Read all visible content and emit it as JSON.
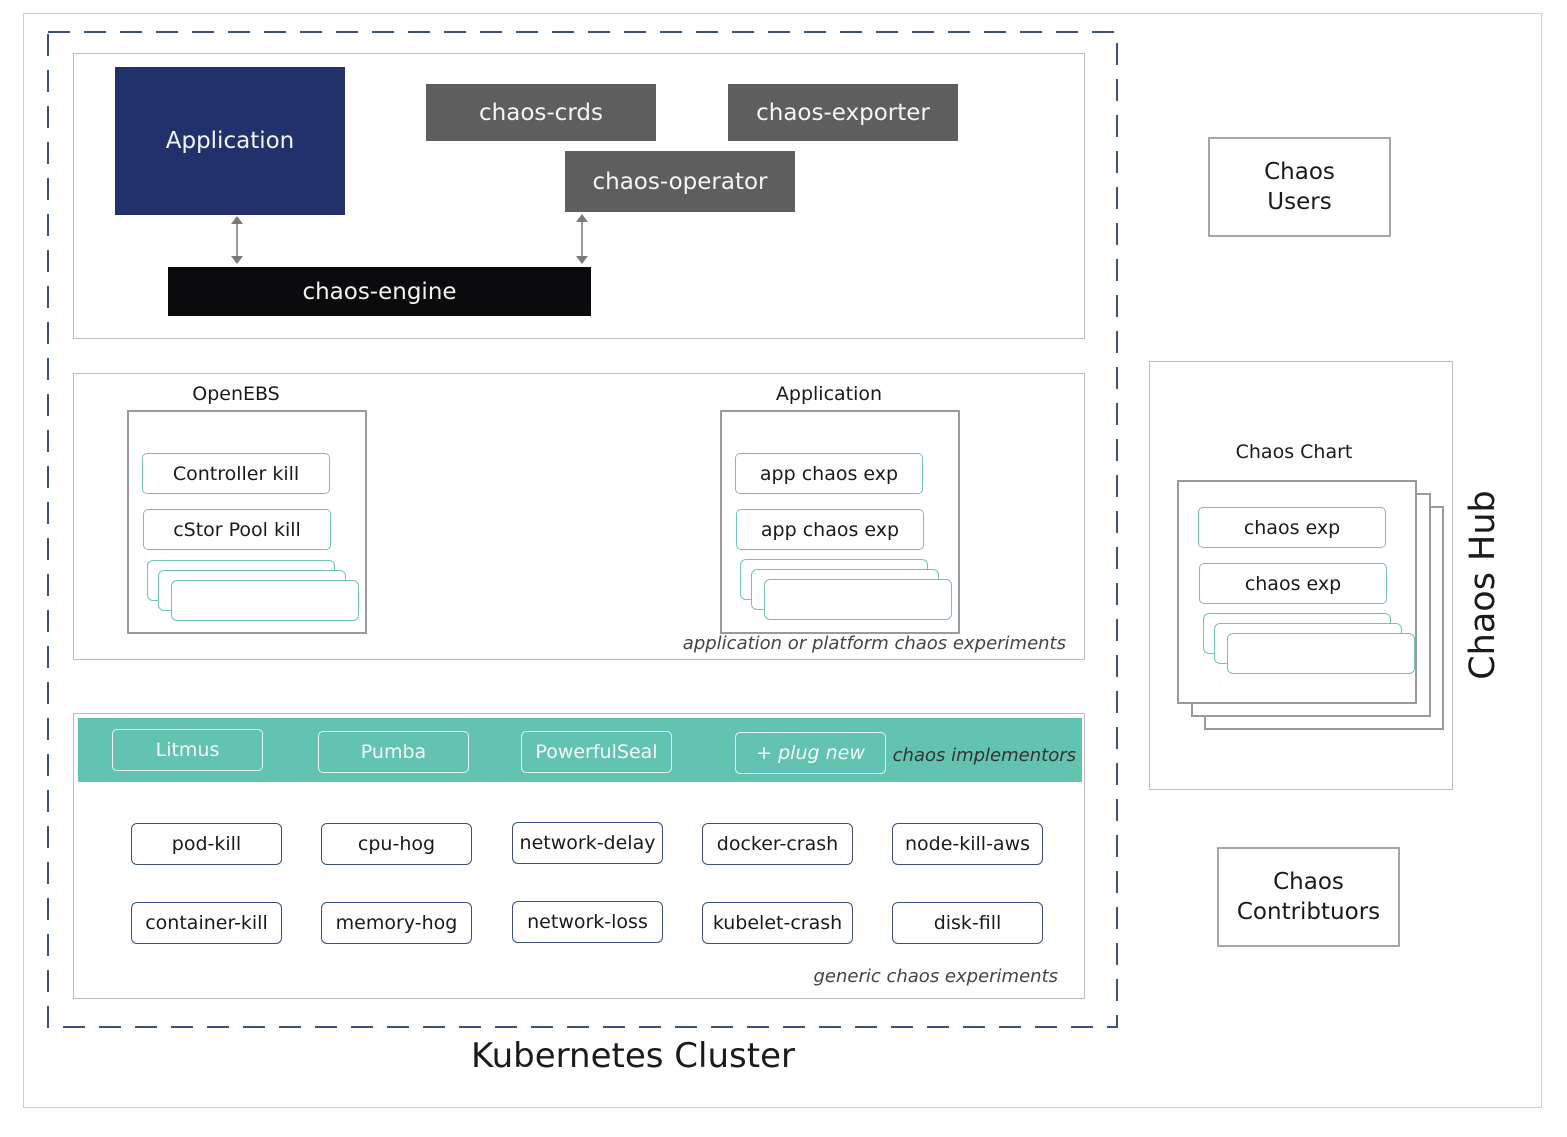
{
  "cluster": {
    "label": "Kubernetes Cluster",
    "control_plane": {
      "application": "Application",
      "chaos_crds": "chaos-crds",
      "chaos_exporter": "chaos-exporter",
      "chaos_operator": "chaos-operator",
      "chaos_engine": "chaos-engine"
    },
    "platform_experiments": {
      "openebs": {
        "title": "OpenEBS",
        "items": [
          "Controller kill",
          "cStor Pool kill"
        ]
      },
      "application": {
        "title": "Application",
        "items": [
          "app chaos exp",
          "app chaos exp"
        ]
      },
      "note": "application or platform chaos experiments"
    },
    "implementors": {
      "items": [
        "Litmus",
        "Pumba",
        "PowerfulSeal",
        "+ plug new"
      ],
      "note": "chaos implementors"
    },
    "generic_experiments": {
      "rows": [
        [
          "pod-kill",
          "cpu-hog",
          "network-delay",
          "docker-crash",
          "node-kill-aws"
        ],
        [
          "container-kill",
          "memory-hog",
          "network-loss",
          "kubelet-crash",
          "disk-fill"
        ]
      ],
      "note": "generic chaos experiments"
    }
  },
  "chaos_users": "Chaos\nUsers",
  "chaos_hub": {
    "label": "Chaos Hub",
    "chart_title": "Chaos Chart",
    "items": [
      "chaos exp",
      "chaos exp"
    ]
  },
  "chaos_contributors": "Chaos\nContribtuors",
  "colors": {
    "navy": "#22316b",
    "dark_grey": "#5e5e5e",
    "teal": "#63c3b1",
    "dashed_border": "#3c4e82"
  }
}
